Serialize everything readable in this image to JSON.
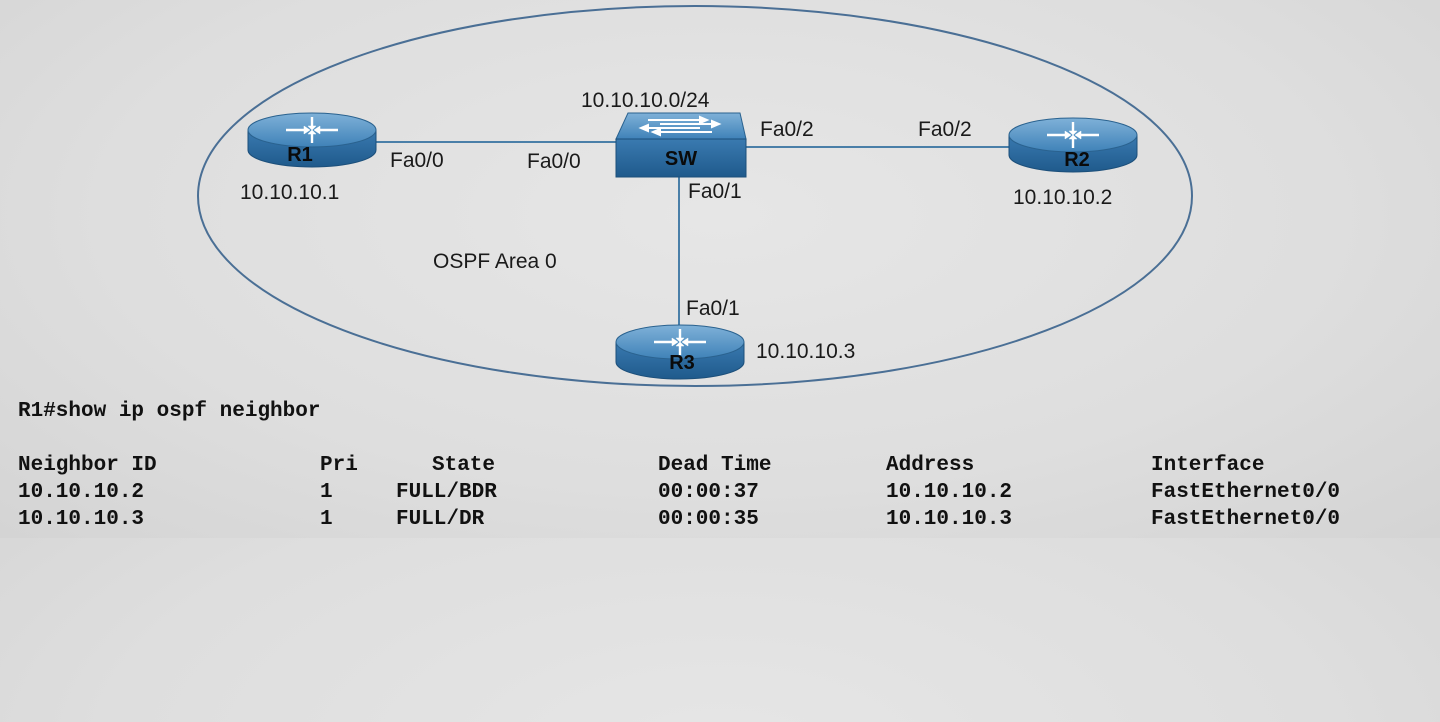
{
  "diagram": {
    "subnet": "10.10.10.0/24",
    "area": "OSPF Area 0",
    "switch": {
      "name": "SW",
      "ports": [
        "Fa0/0",
        "Fa0/1",
        "Fa0/2"
      ]
    },
    "routers": [
      {
        "name": "R1",
        "ip": "10.10.10.1",
        "port": "Fa0/0"
      },
      {
        "name": "R2",
        "ip": "10.10.10.2",
        "port": "Fa0/2"
      },
      {
        "name": "R3",
        "ip": "10.10.10.3",
        "port": "Fa0/1"
      }
    ],
    "colors": {
      "device": "#3d7fb4",
      "device_dark": "#2a628f",
      "link": "#4a7fa8",
      "ellipse": "#4a6f95"
    }
  },
  "cli": {
    "command": "R1#show ip ospf neighbor",
    "headers": [
      "Neighbor ID",
      "Pri",
      "State",
      "Dead Time",
      "Address",
      "Interface"
    ],
    "rows": [
      [
        "10.10.10.2",
        "1",
        "FULL/BDR",
        "00:00:37",
        "10.10.10.2",
        "FastEthernet0/0"
      ],
      [
        "10.10.10.3",
        "1",
        "FULL/DR",
        "00:00:35",
        "10.10.10.3",
        "FastEthernet0/0"
      ]
    ]
  }
}
